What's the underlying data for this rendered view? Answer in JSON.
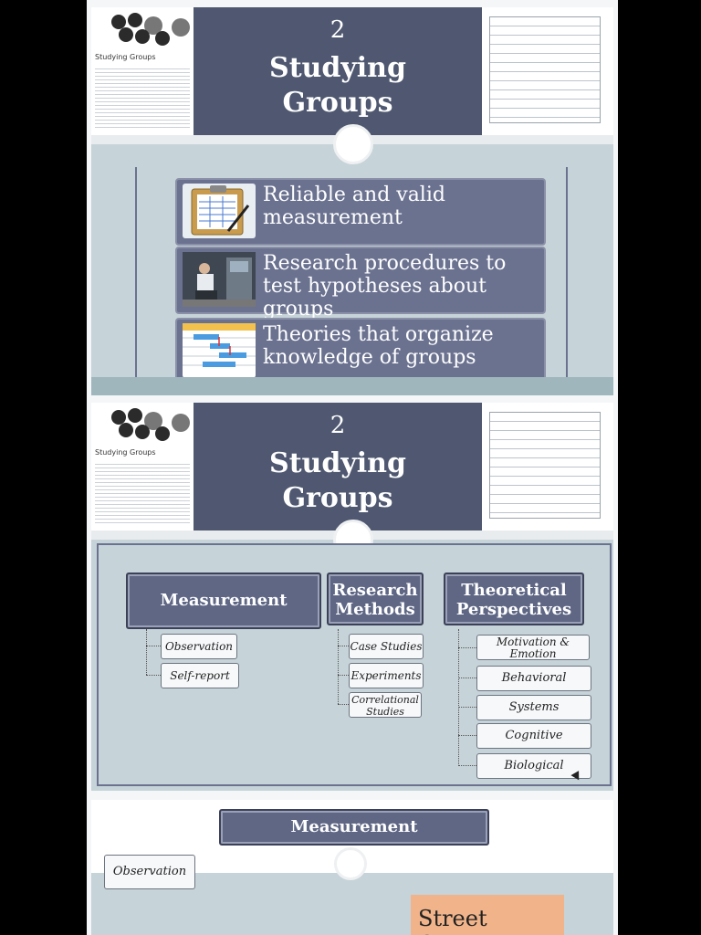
{
  "slide1": {
    "chapter_number": "2",
    "title": "Studying Groups",
    "mini_title": "Studying Groups",
    "items": [
      {
        "text": "Reliable and valid measurement",
        "icon": "clipboard-icon"
      },
      {
        "text": "Research procedures to test hypotheses about groups",
        "icon": "research-photo"
      },
      {
        "text": "Theories that organize knowledge of groups",
        "icon": "gantt-chart-icon"
      }
    ]
  },
  "slide2": {
    "chapter_number": "2",
    "title": "Studying Groups",
    "mini_title": "Studying Groups",
    "columns": [
      {
        "heading": "Measurement",
        "children": [
          "Observation",
          "Self-report"
        ]
      },
      {
        "heading": "Research Methods",
        "children": [
          "Case Studies",
          "Experiments",
          "Correlational Studies"
        ]
      },
      {
        "heading": "Theoretical Perspectives",
        "children": [
          "Motivation & Emotion",
          "Behavioral",
          "Systems",
          "Cognitive",
          "Biological"
        ]
      }
    ]
  },
  "slide3": {
    "heading": "Measurement",
    "child": "Observation",
    "book_title": "Street Corner"
  }
}
